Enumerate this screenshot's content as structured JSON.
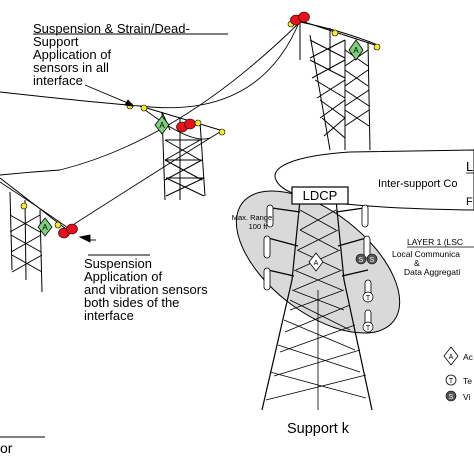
{
  "labels": {
    "top_left_title": "Suspension & Strain/Dead-",
    "top_left_title2": "Support",
    "top_left_body": [
      "Application of",
      "sensors in all",
      "interface"
    ],
    "lower_title": "Suspension",
    "lower_body": [
      "Application of",
      "and vibration sensors",
      "both sides of the",
      "interface"
    ],
    "ldcp": "LDCP",
    "max_range": [
      "Max. Range:",
      "100 ft"
    ],
    "layer2_heading": "L",
    "layer2_sub": "Inter-support Co",
    "layer2_sub2": "F",
    "layer1_heading": "LAYER 1 (LSC",
    "layer1_lines": [
      "Local Communica",
      "&",
      "Data Aggregati"
    ],
    "support_caption": "Support k",
    "bottom_left_fragment": "or"
  },
  "legend": {
    "items": [
      {
        "symbol": "A",
        "shape": "diamond",
        "text": "Ac"
      },
      {
        "symbol": "T",
        "shape": "circle",
        "text": "Te"
      },
      {
        "symbol": "S",
        "shape": "filled-circle",
        "text": "Vi"
      }
    ]
  },
  "sensor_symbols": {
    "accel": "A",
    "temp": "T",
    "vib": "S"
  },
  "colors": {
    "red_sensor": "#e8101a",
    "yellow_sensor": "#f6ea2a",
    "green_sensor": "#7ed07a",
    "ellipse_fill": "#d9d9d9",
    "line": "#000000"
  }
}
